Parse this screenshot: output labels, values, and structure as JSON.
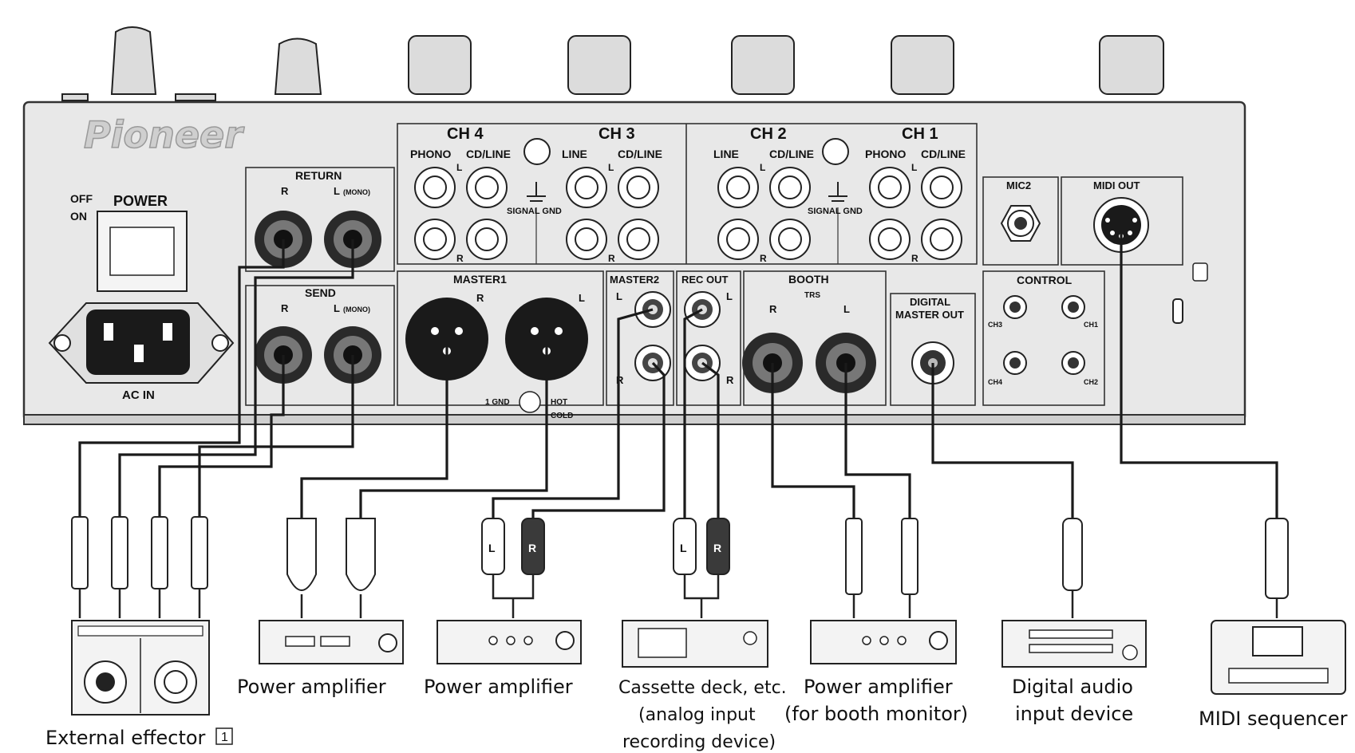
{
  "brand": "Pioneer",
  "power": {
    "off": "OFF",
    "on": "ON",
    "label": "POWER",
    "ac_in": "AC IN"
  },
  "channels": [
    {
      "name": "CH 4",
      "in1": "PHONO",
      "in2": "CD/LINE"
    },
    {
      "name": "CH 3",
      "in1": "LINE",
      "in2": "CD/LINE"
    },
    {
      "name": "CH 2",
      "in1": "LINE",
      "in2": "CD/LINE"
    },
    {
      "name": "CH 1",
      "in1": "PHONO",
      "in2": "CD/LINE"
    }
  ],
  "signal_gnd": "SIGNAL GND",
  "return": {
    "title": "RETURN",
    "r": "R",
    "l": "L",
    "mono": "(MONO)"
  },
  "send": {
    "title": "SEND",
    "r": "R",
    "l": "L",
    "mono": "(MONO)"
  },
  "master1": {
    "title": "MASTER1",
    "r": "R",
    "l": "L",
    "pin1": "1 GND",
    "hot": "HOT",
    "cold": "COLD"
  },
  "master2": {
    "title": "MASTER2",
    "l": "L",
    "r": "R"
  },
  "rec_out": {
    "title": "REC OUT",
    "l": "L",
    "r": "R"
  },
  "booth": {
    "title": "BOOTH",
    "trs": "TRS",
    "r": "R",
    "l": "L"
  },
  "digital_out": {
    "line1": "DIGITAL",
    "line2": "MASTER OUT"
  },
  "mic2": "MIC2",
  "midi_out": "MIDI OUT",
  "control": {
    "title": "CONTROL",
    "ch3": "CH3",
    "ch1": "CH1",
    "ch4": "CH4",
    "ch2": "CH2"
  },
  "lr": {
    "l": "L",
    "r": "R"
  },
  "devices": {
    "effector": "External effector",
    "effector_note": "1",
    "amp1": "Power amplifier",
    "amp2": "Power amplifier",
    "cassette1": "Cassette deck, etc.",
    "cassette2": "(analog input",
    "cassette3": "recording device)",
    "booth_amp1": "Power amplifier",
    "booth_amp2": "(for booth monitor)",
    "digital1": "Digital audio",
    "digital2": "input device",
    "midi": "MIDI sequencer"
  }
}
